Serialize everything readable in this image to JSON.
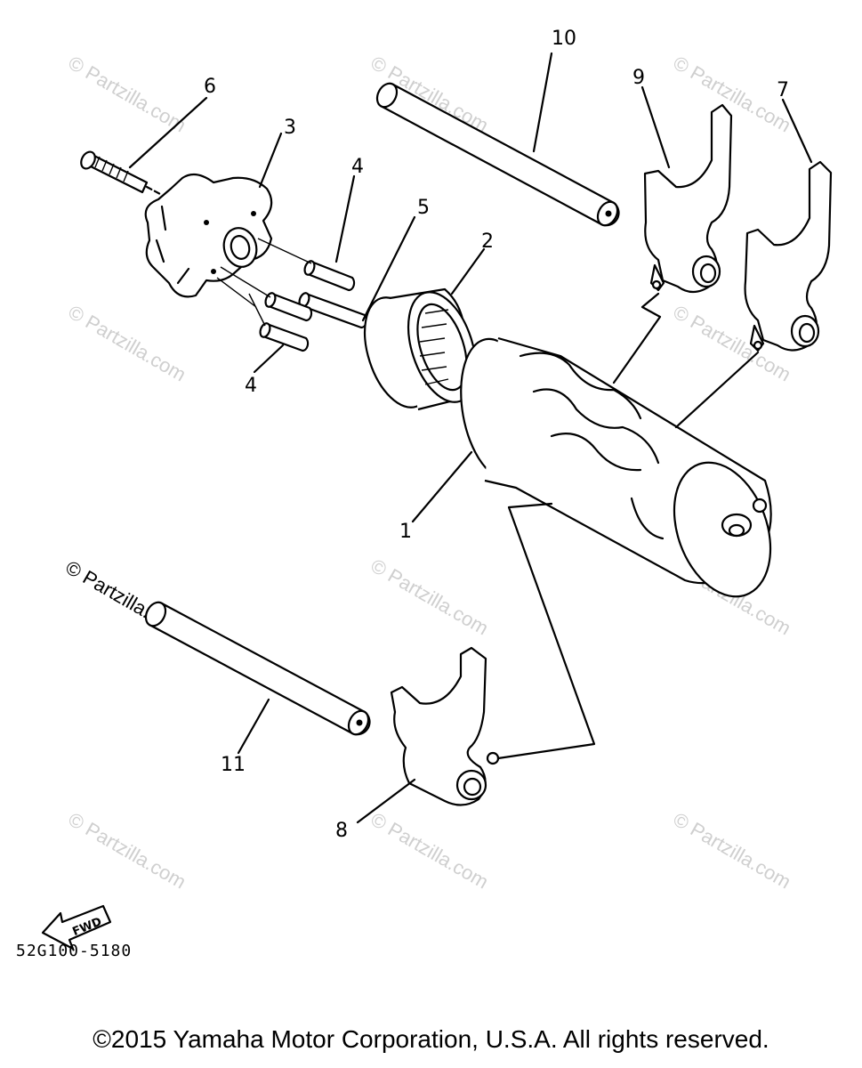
{
  "watermark": {
    "text": "© Partzilla.com"
  },
  "callouts": {
    "c1": "1",
    "c2": "2",
    "c3": "3",
    "c4a": "4",
    "c4b": "4",
    "c5": "5",
    "c6": "6",
    "c7": "7",
    "c8": "8",
    "c9": "9",
    "c10": "10",
    "c11": "11"
  },
  "fwd_label": "FWD",
  "part_number": "52G100-5180",
  "copyright": "©2015 Yamaha Motor Corporation, U.S.A. All rights reserved."
}
